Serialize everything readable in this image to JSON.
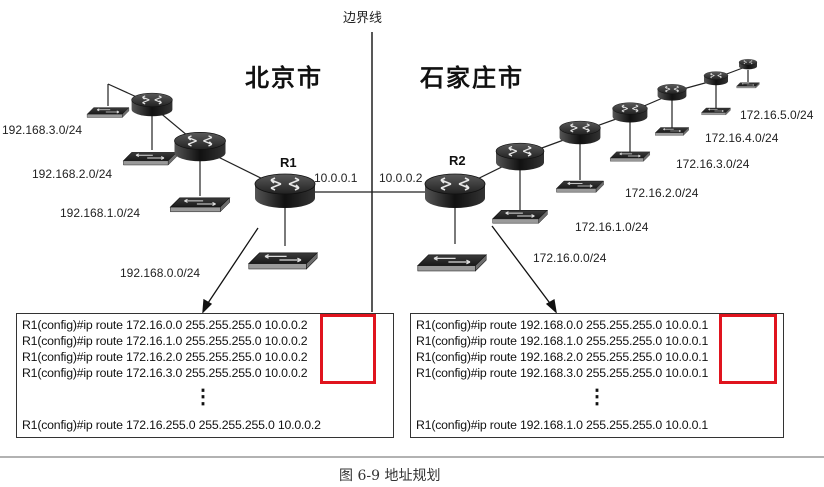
{
  "boundary_label": "边界线",
  "cities": {
    "left": "北京市",
    "right": "石家庄市"
  },
  "routers": {
    "r1": {
      "name": "R1",
      "ip": "10.0.0.1"
    },
    "r2": {
      "name": "R2",
      "ip": "10.0.0.2"
    }
  },
  "left_networks": [
    "192.168.0.0/24",
    "192.168.1.0/24",
    "192.168.2.0/24",
    "192.168.3.0/24"
  ],
  "right_networks": [
    "172.16.0.0/24",
    "172.16.1.0/24",
    "172.16.2.0/24",
    "172.16.3.0/24",
    "172.16.4.0/24",
    "172.16.5.0/24"
  ],
  "left_box": {
    "commands": [
      {
        "prefix": "R1(config)#ip route 172.16.0.0 255.255.255.0",
        "next_hop": "10.0.0.2"
      },
      {
        "prefix": "R1(config)#ip route 172.16.1.0 255.255.255.0",
        "next_hop": "10.0.0.2"
      },
      {
        "prefix": "R1(config)#ip route 172.16.2.0 255.255.255.0",
        "next_hop": "10.0.0.2"
      },
      {
        "prefix": "R1(config)#ip route 172.16.3.0 255.255.255.0",
        "next_hop": "10.0.0.2"
      }
    ],
    "ellipsis": "⋮",
    "last_command": "R1(config)#ip route 172.16.255.0 255.255.255.0  10.0.0.2"
  },
  "right_box": {
    "commands": [
      {
        "prefix": "R1(config)#ip route 192.168.0.0 255.255.255.0",
        "next_hop": "10.0.0.1"
      },
      {
        "prefix": "R1(config)#ip route 192.168.1.0 255.255.255.0",
        "next_hop": "10.0.0.1"
      },
      {
        "prefix": "R1(config)#ip route 192.168.2.0 255.255.255.0",
        "next_hop": "10.0.0.1"
      },
      {
        "prefix": "R1(config)#ip route 192.168.3.0 255.255.255.0",
        "next_hop": "10.0.0.1"
      }
    ],
    "ellipsis": "⋮",
    "last_command": "R1(config)#ip route 192.168.1.0 255.255.255.0  10.0.0.1"
  },
  "caption": "图 6-9    地址规划",
  "colors": {
    "highlight": "#e0141e",
    "device_dark": "#1e1e1e",
    "device_light": "#b8b8b8"
  }
}
